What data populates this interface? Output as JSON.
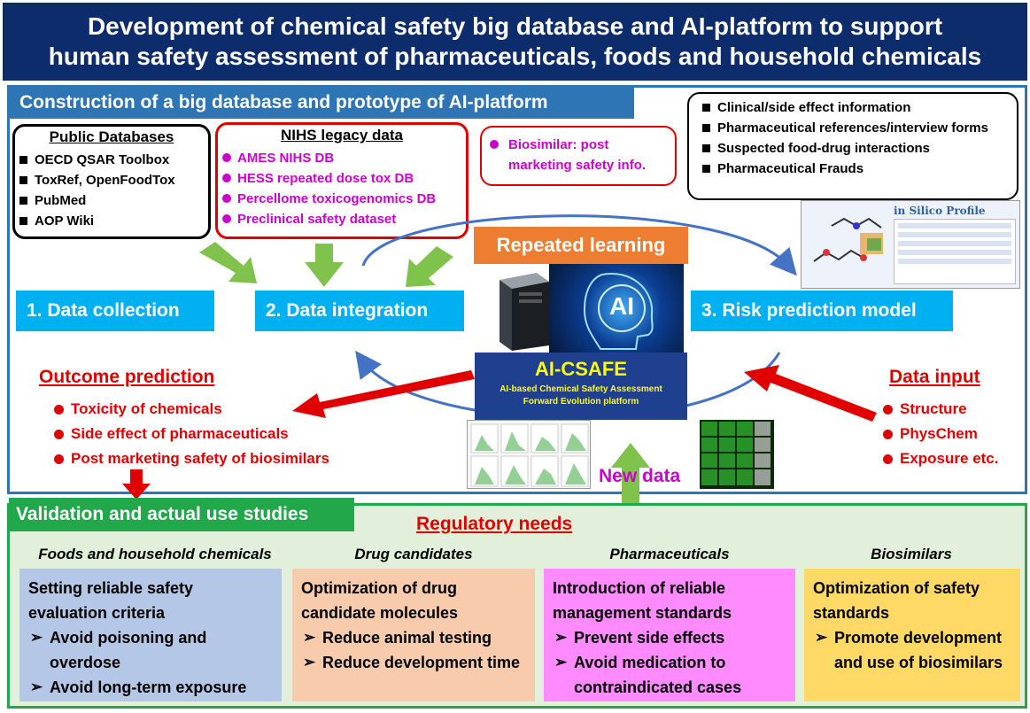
{
  "title_line1": "Development of chemical safety big database and AI-platform to support",
  "title_line2": "human safety assessment of pharmaceuticals, foods and household chemicals",
  "section1_header": "Construction of a big database and prototype of AI-platform",
  "public_db": {
    "title": "Public Databases",
    "items": [
      "OECD QSAR Toolbox",
      "ToxRef, OpenFoodTox",
      "PubMed",
      "AOP Wiki"
    ]
  },
  "nihs": {
    "title": "NIHS legacy data",
    "items": [
      "AMES NIHS DB",
      "HESS repeated dose tox DB",
      "Percellome toxicogenomics DB",
      "Preclinical safety dataset"
    ]
  },
  "biosimilar_box": "Biosimilar: post marketing safety info.",
  "clinical": {
    "items": [
      "Clinical/side effect information",
      "Pharmaceutical references/interview forms",
      "Suspected food-drug interactions",
      "Pharmaceutical Frauds"
    ]
  },
  "repeated_learning": "Repeated learning",
  "stages": [
    "1. Data collection",
    "2. Data integration",
    "3. Risk prediction model"
  ],
  "ai_label": "AI",
  "aicsafe": {
    "name": "AI-CSAFE",
    "sub1": "AI-based Chemical Safety Assessment",
    "sub2": "Forward Evolution platform"
  },
  "outcome": {
    "title": "Outcome prediction",
    "items": [
      "Toxicity of chemicals",
      "Side effect of pharmaceuticals",
      "Post marketing safety of biosimilars"
    ]
  },
  "data_input": {
    "title": "Data input",
    "items": [
      "Structure",
      "PhysChem",
      "Exposure etc."
    ]
  },
  "new_data": "New data",
  "software_title": "in Silico Profile",
  "section2_header": "Validation and actual use studies",
  "regulatory_needs": "Regulatory needs",
  "columns": [
    {
      "category": "Foods and household chemicals",
      "heading": "Setting reliable safety evaluation criteria",
      "items": [
        "Avoid poisoning and overdose",
        "Avoid long-term exposure"
      ],
      "color": "#b4c7e7"
    },
    {
      "category": "Drug candidates",
      "heading": "Optimization of drug candidate molecules",
      "items": [
        "Reduce animal testing",
        "Reduce development time"
      ],
      "color": "#f8cbad"
    },
    {
      "category": "Pharmaceuticals",
      "heading": "Introduction of reliable management standards",
      "items": [
        "Prevent side effects",
        "Avoid medication to contraindicated cases"
      ],
      "color": "#ff8bff"
    },
    {
      "category": "Biosimilars",
      "heading": "Optimization of safety standards",
      "items": [
        "Promote development and use of biosimilars"
      ],
      "color": "#ffd966"
    }
  ]
}
